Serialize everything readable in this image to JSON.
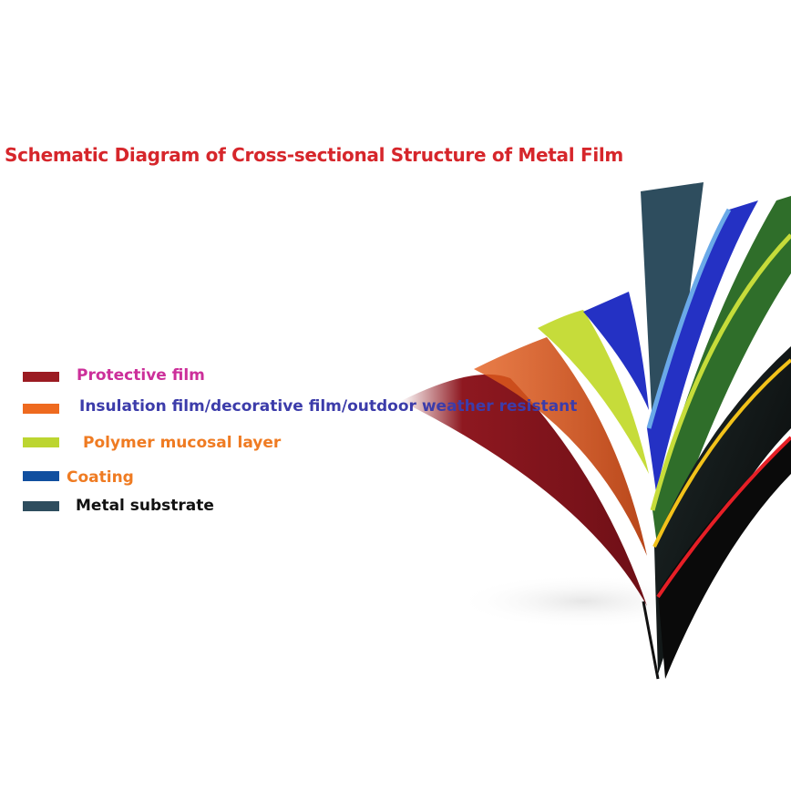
{
  "title": {
    "text": "Schematic Diagram of Cross-sectional Structure of Metal Film",
    "color": "#d6262b"
  },
  "legend": [
    {
      "label": "Protective film",
      "swatch_color": "#9b1b22",
      "label_color": "#cc2f9a"
    },
    {
      "label": "Insulation film/decorative film/outdoor weather resistant",
      "swatch_color": "#ee6a1f",
      "label_color": "#3c3caa"
    },
    {
      "label": "Polymer mucosal layer",
      "swatch_color": "#bcd531",
      "label_color": "#ef7b22"
    },
    {
      "label": "Coating",
      "swatch_color": "#114f9f",
      "label_color": "#ef7b22"
    },
    {
      "label": "Metal substrate",
      "swatch_color": "#2e4d5e",
      "label_color": "#111111"
    }
  ],
  "illustration": {
    "colors": {
      "protective": "#8e1820",
      "insulation": "#e35d1c",
      "polymer": "#c6dc3a",
      "coating": "#2431c4",
      "substrate": "#2e4d5e",
      "green_layer": "#2f6e2a",
      "edge_yellow": "#f2c21a",
      "edge_red": "#e61f26"
    }
  }
}
